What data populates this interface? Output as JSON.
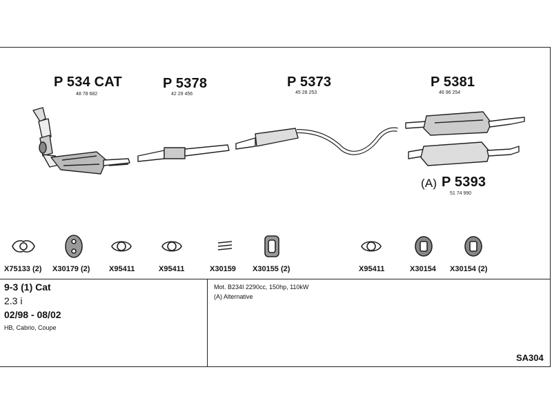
{
  "parts": {
    "p1": {
      "label": "P 534 CAT",
      "oem": "48 78 682"
    },
    "p2": {
      "label": "P 5378",
      "oem": "42 29 456"
    },
    "p3": {
      "label": "P 5373",
      "oem": "45 28 253"
    },
    "p4": {
      "label": "P 5381",
      "oem": "46 96 254"
    },
    "p5": {
      "prefix": "(A)",
      "label": "P 5393",
      "oem": "51 74 990"
    }
  },
  "clamps": [
    {
      "code": "X75133 (2)",
      "icon": "gasket-icon"
    },
    {
      "code": "X30179 (2)",
      "icon": "rubber-mount-icon"
    },
    {
      "code": "X95411",
      "icon": "clamp-icon"
    },
    {
      "code": "X95411",
      "icon": "clamp-icon"
    },
    {
      "code": "X30159",
      "icon": "spring-clip-icon"
    },
    {
      "code": "X30155 (2)",
      "icon": "rubber-hanger-icon"
    },
    {
      "code": "X95411",
      "icon": "clamp-icon"
    },
    {
      "code": "X30154",
      "icon": "rubber-ring-icon"
    },
    {
      "code": "X30154 (2)",
      "icon": "rubber-ring-icon"
    }
  ],
  "vehicle": {
    "model": "9-3 (1) Cat",
    "engine": "2.3 i",
    "years": "02/98 - 08/02",
    "body": "HB, Cabrio, Coupe"
  },
  "notes": {
    "motor": "Mot. B234I 2290cc, 150hp, 110kW",
    "alt": "(A) Alternative"
  },
  "code": "SA304"
}
